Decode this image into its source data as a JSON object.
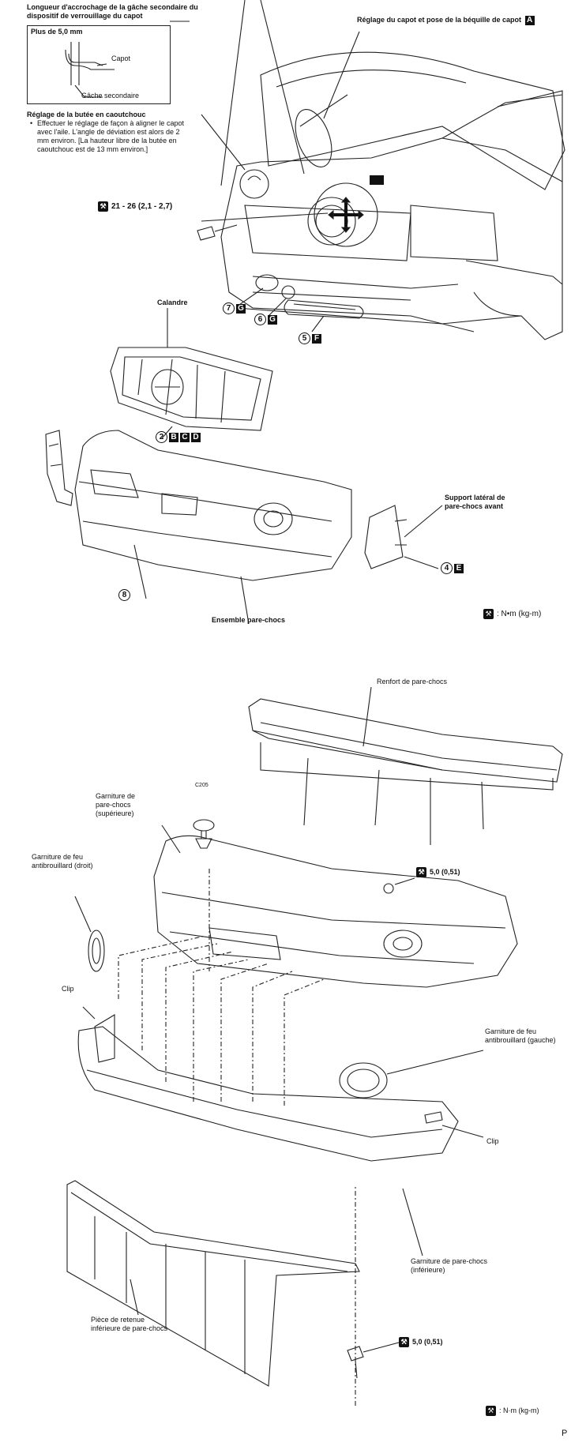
{
  "top": {
    "latch_title_1": "Longueur d'accrochage de la gâche secondaire du",
    "latch_title_2": "dispositif de verrouillage du capot",
    "latch_box_label": "Plus de 5,0 mm",
    "latch_capot": "Capot",
    "latch_gache": "Gâche secondaire",
    "hood_adjust": "Réglage du capot et pose de la béquille de capot",
    "hood_adjust_letter": "A",
    "rubber_title": "Réglage de la butée en caoutchouc",
    "rubber_bullet": "•",
    "rubber_text_1": "Effectuer le réglage de façon à aligner le capot",
    "rubber_text_2": "avec l'aile. L'angle de déviation est alors de 2",
    "rubber_text_3": "mm environ. [La hauteur libre de la butée en",
    "rubber_text_4": "caoutchouc est de 13 mm environ.]",
    "torque_1": "21 - 26 (2,1 - 2,7)",
    "calandre": "Calandre",
    "c7": "7",
    "c7_letter": "G",
    "c6": "6",
    "c6_letter": "G",
    "c5": "5",
    "c5_letter": "F",
    "c2": "2",
    "c2_letters": [
      "B",
      "C",
      "D"
    ],
    "support_1": "Support latéral de",
    "support_2": "pare-chocs avant",
    "c4": "4",
    "c4_letter": "E",
    "c8": "8",
    "ensemble": "Ensemble pare-chocs",
    "unit_top": ": N•m (kg-m)"
  },
  "bottom": {
    "renfort": "Renfort de pare-chocs",
    "c205": "C205",
    "garniture_sup_1": "Garniture de",
    "garniture_sup_2": "pare-chocs",
    "garniture_sup_3": "(supérieure)",
    "feu_droit_1": "Garniture de feu",
    "feu_droit_2": "antibrouillard (droit)",
    "torque_2": "5,0 (0,51)",
    "clip_left": "Clip",
    "feu_gauche_1": "Garniture de feu",
    "feu_gauche_2": "antibrouillard (gauche)",
    "clip_right": "Clip",
    "garniture_inf_1": "Garniture de pare-chocs",
    "garniture_inf_2": "(inférieure)",
    "retenue_1": "Pièce de retenue",
    "retenue_2": "inférieure de pare-chocs",
    "torque_3": "5,0 (0,51)",
    "unit_bottom": ": N·m (kg-m)",
    "page_mark": "P"
  }
}
